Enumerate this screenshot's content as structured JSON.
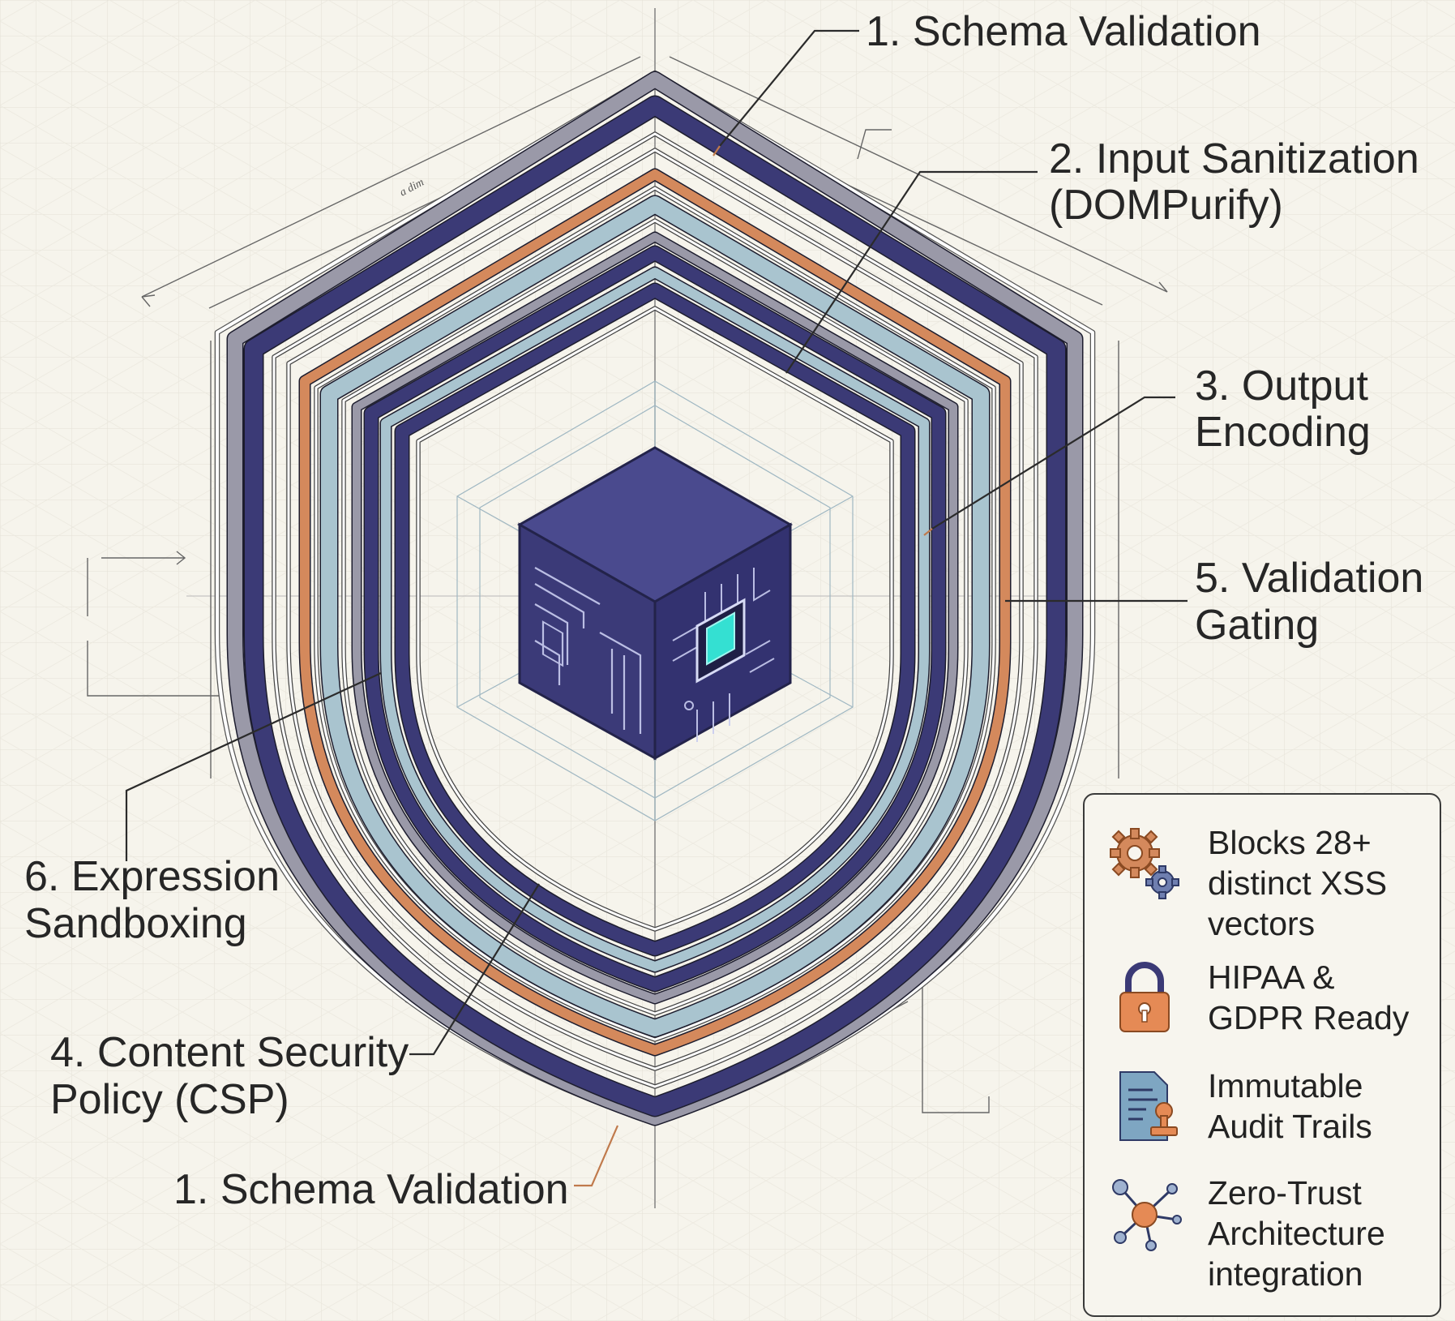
{
  "labels": {
    "l1_top": "1. Schema Validation",
    "l2_line1": "2. Input Sanitization",
    "l2_line2": "(DOMPurify)",
    "l3_line1": "3. Output",
    "l3_line2": "Encoding",
    "l5_line1": "5. Validation",
    "l5_line2": "Gating",
    "l6_line1": "6. Expression",
    "l6_line2": "Sandboxing",
    "l4_line1": "4. Content Security",
    "l4_line2": "Policy (CSP)",
    "l1_bottom": "1. Schema Validation"
  },
  "features": [
    {
      "icon": "gears-icon",
      "lines": [
        "Blocks 28+",
        "distinct XSS",
        "vectors"
      ]
    },
    {
      "icon": "padlock-icon",
      "lines": [
        "HIPAA &",
        "GDPR Ready"
      ]
    },
    {
      "icon": "document-stamp-icon",
      "lines": [
        "Immutable",
        "Audit Trails"
      ]
    },
    {
      "icon": "network-nodes-icon",
      "lines": [
        "Zero-Trust",
        "Architecture",
        "integration"
      ]
    }
  ],
  "colors": {
    "navy": "#3b3a76",
    "orange": "#d4895c",
    "light_blue": "#a9c4cf",
    "grey": "#9a99a8",
    "cyan": "#34e0d2",
    "background": "#f6f4ec"
  }
}
